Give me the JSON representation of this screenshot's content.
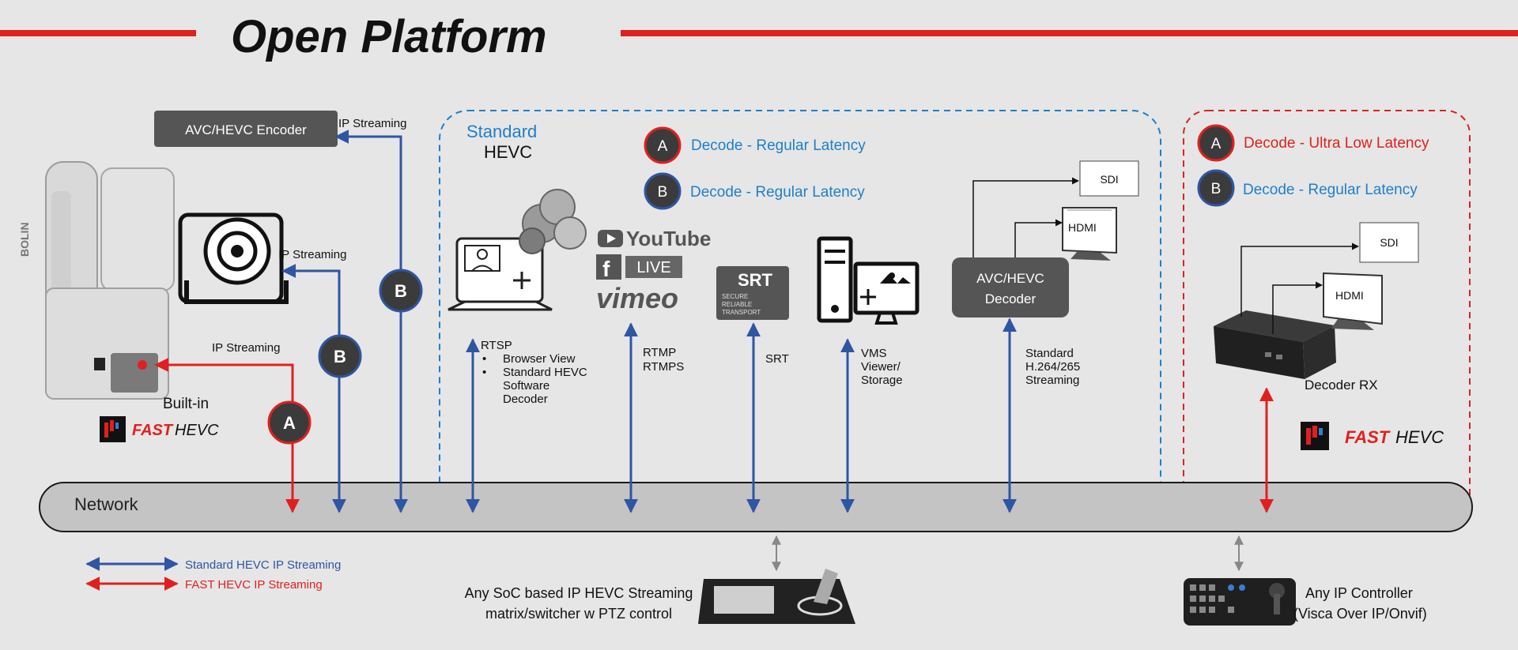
{
  "title": "Open Platform",
  "encoder_label": "AVC/HEVC Encoder",
  "ip_streaming": "IP  Streaming",
  "builtin": "Built-in",
  "fast": "FAST",
  "hevc": "HEVC",
  "camera_brand": "BOLIN",
  "standard_title": "Standard",
  "standard_hevc": "HEVC",
  "network_label": "Network",
  "legend": {
    "standard": "Standard HEVC IP  Streaming",
    "fast": "FAST HEVC IP  Streaming"
  },
  "badges": {
    "a": "A",
    "b": "B"
  },
  "standard_legend": {
    "a_text": "Decode - Regular Latency",
    "b_text": "Decode - Regular Latency"
  },
  "fast_legend": {
    "a_text": "Decode - Ultra Low Latency",
    "b_text": "Decode - Regular Latency"
  },
  "endpoints": {
    "rtsp": "RTSP",
    "browser_view": "Browser View",
    "std_sw_1": "Standard HEVC",
    "std_sw_2": "Software",
    "std_sw_3": "Decoder",
    "rtmp": "RTMP",
    "rtmps": "RTMPS",
    "srt": "SRT",
    "vms_1": "VMS",
    "vms_2": "Viewer/",
    "vms_3": "Storage",
    "std_stream_1": "Standard",
    "std_stream_2": "H.264/265",
    "std_stream_3": "Streaming"
  },
  "logos": {
    "youtube": "YouTube",
    "live": "LIVE",
    "vimeo": "vimeo",
    "srt_big": "SRT",
    "srt_1": "SECURE",
    "srt_2": "RELIABLE",
    "srt_3": "TRANSPORT"
  },
  "decoder": {
    "line1": "AVC/HEVC",
    "line2": "Decoder"
  },
  "sdi": "SDI",
  "hdmi": "HDMI",
  "decoder_rx": "Decoder RX",
  "soc_1": "Any SoC based IP HEVC Streaming",
  "soc_2": "matrix/switcher w PTZ control",
  "ctrl_1": "Any IP Controller",
  "ctrl_2": "(Visca Over IP/Onvif)",
  "colors": {
    "blue": "#2f55a3",
    "red": "#e02020",
    "accent_blue": "#1f7fc8",
    "dark_box": "#555555"
  }
}
